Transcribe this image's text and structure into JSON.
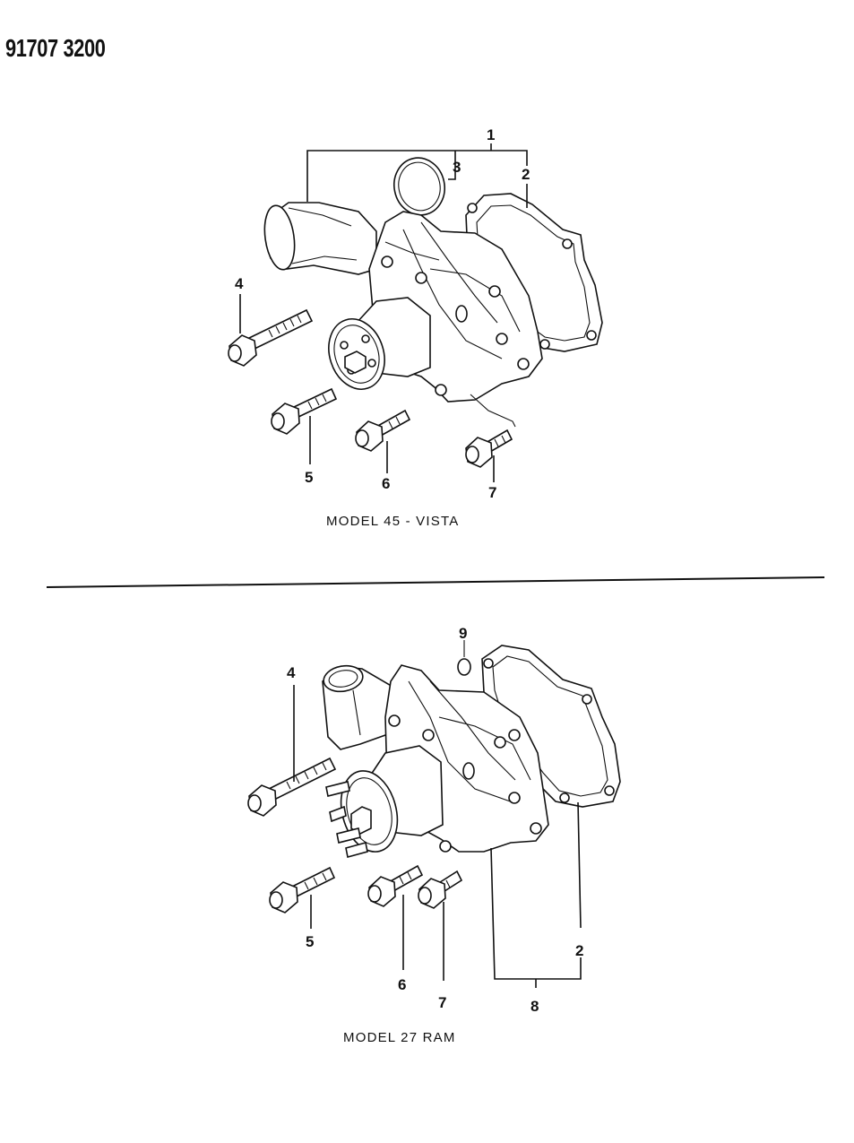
{
  "document_number": "91707 3200",
  "top_view": {
    "caption": "MODEL 45 - VISTA",
    "callouts": [
      "1",
      "2",
      "3",
      "4",
      "5",
      "6",
      "7"
    ]
  },
  "bottom_view": {
    "caption": "MODEL 27 RAM",
    "callouts": [
      "2",
      "4",
      "5",
      "6",
      "7",
      "8",
      "9"
    ]
  }
}
